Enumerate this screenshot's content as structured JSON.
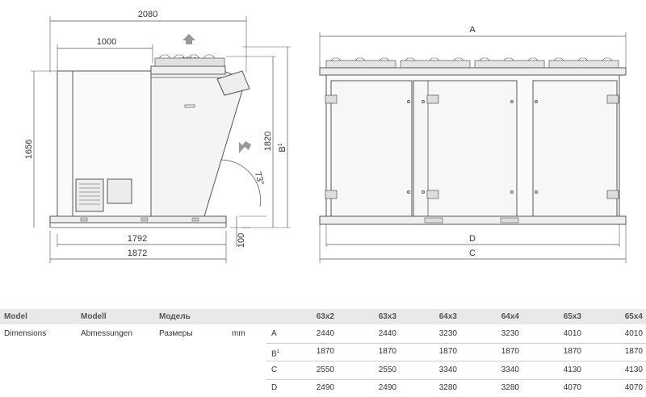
{
  "dimensions": {
    "total_depth": "2080",
    "fan_offset": "1000",
    "height_left": "1656",
    "height_right": "1820",
    "b_label": "B",
    "b_sup": "1",
    "base_inner": "1792",
    "base_outer": "1872",
    "foot": "100",
    "angle": "73°",
    "A": "A",
    "D": "D",
    "C": "C"
  },
  "table": {
    "header": {
      "model_en": "Model",
      "model_de": "Modell",
      "model_ru": "Модель"
    },
    "models": [
      "63x2",
      "63x3",
      "64x3",
      "64x4",
      "65x3",
      "65x4"
    ],
    "label": {
      "en": "Dimensions",
      "de": "Abmessungen",
      "ru": "Размеры",
      "unit": "mm"
    },
    "rows": [
      {
        "key": "A",
        "sup": "",
        "values": [
          "2440",
          "2440",
          "3230",
          "3230",
          "4010",
          "4010"
        ]
      },
      {
        "key": "B",
        "sup": "1",
        "values": [
          "1870",
          "1870",
          "1870",
          "1870",
          "1870",
          "1870"
        ]
      },
      {
        "key": "C",
        "sup": "",
        "values": [
          "2550",
          "2550",
          "3340",
          "3340",
          "4130",
          "4130"
        ]
      },
      {
        "key": "D",
        "sup": "",
        "values": [
          "2490",
          "2490",
          "3280",
          "3280",
          "4070",
          "4070"
        ]
      }
    ]
  }
}
